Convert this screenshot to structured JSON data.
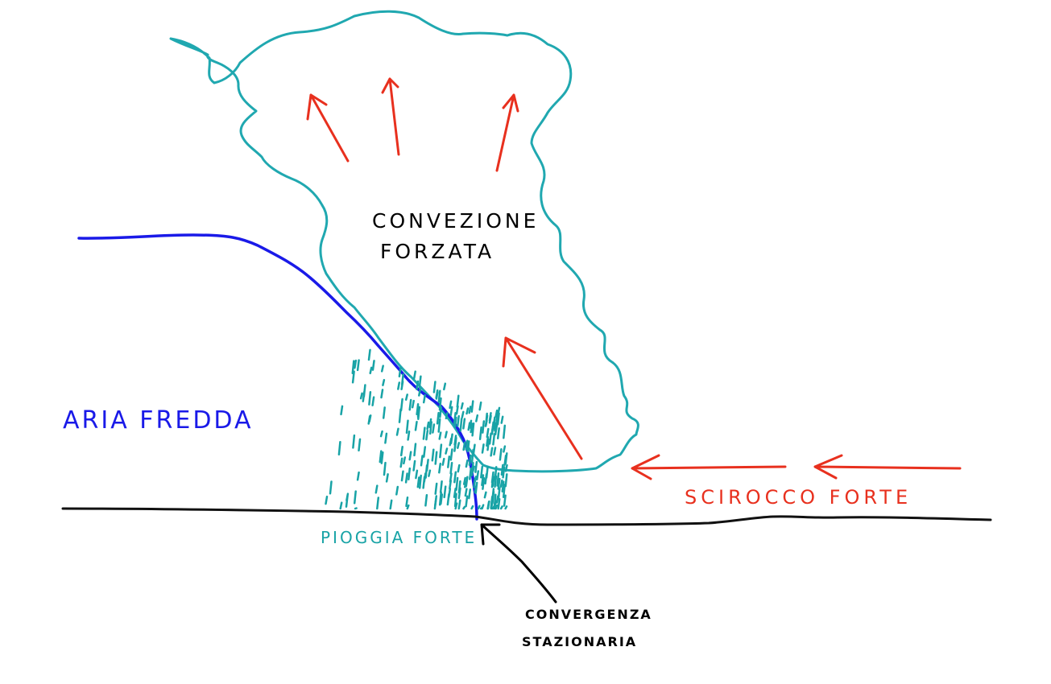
{
  "colors": {
    "cloud": "#20a8b0",
    "cold_air": "#1a1ae8",
    "wind": "#e8301e",
    "ground": "#111111",
    "rain": "#18a3a6",
    "text": "#000000"
  },
  "labels": {
    "cloud_line1": "CONVEZIONE",
    "cloud_line2": "FORZATA",
    "cold_air": "ARIA FREDDA",
    "wind": "SCIROCCO FORTE",
    "rain": "PIOGGIA FORTE",
    "convergence_line1": "CONVERGENZA",
    "convergence_line2": "STAZIONARIA"
  }
}
